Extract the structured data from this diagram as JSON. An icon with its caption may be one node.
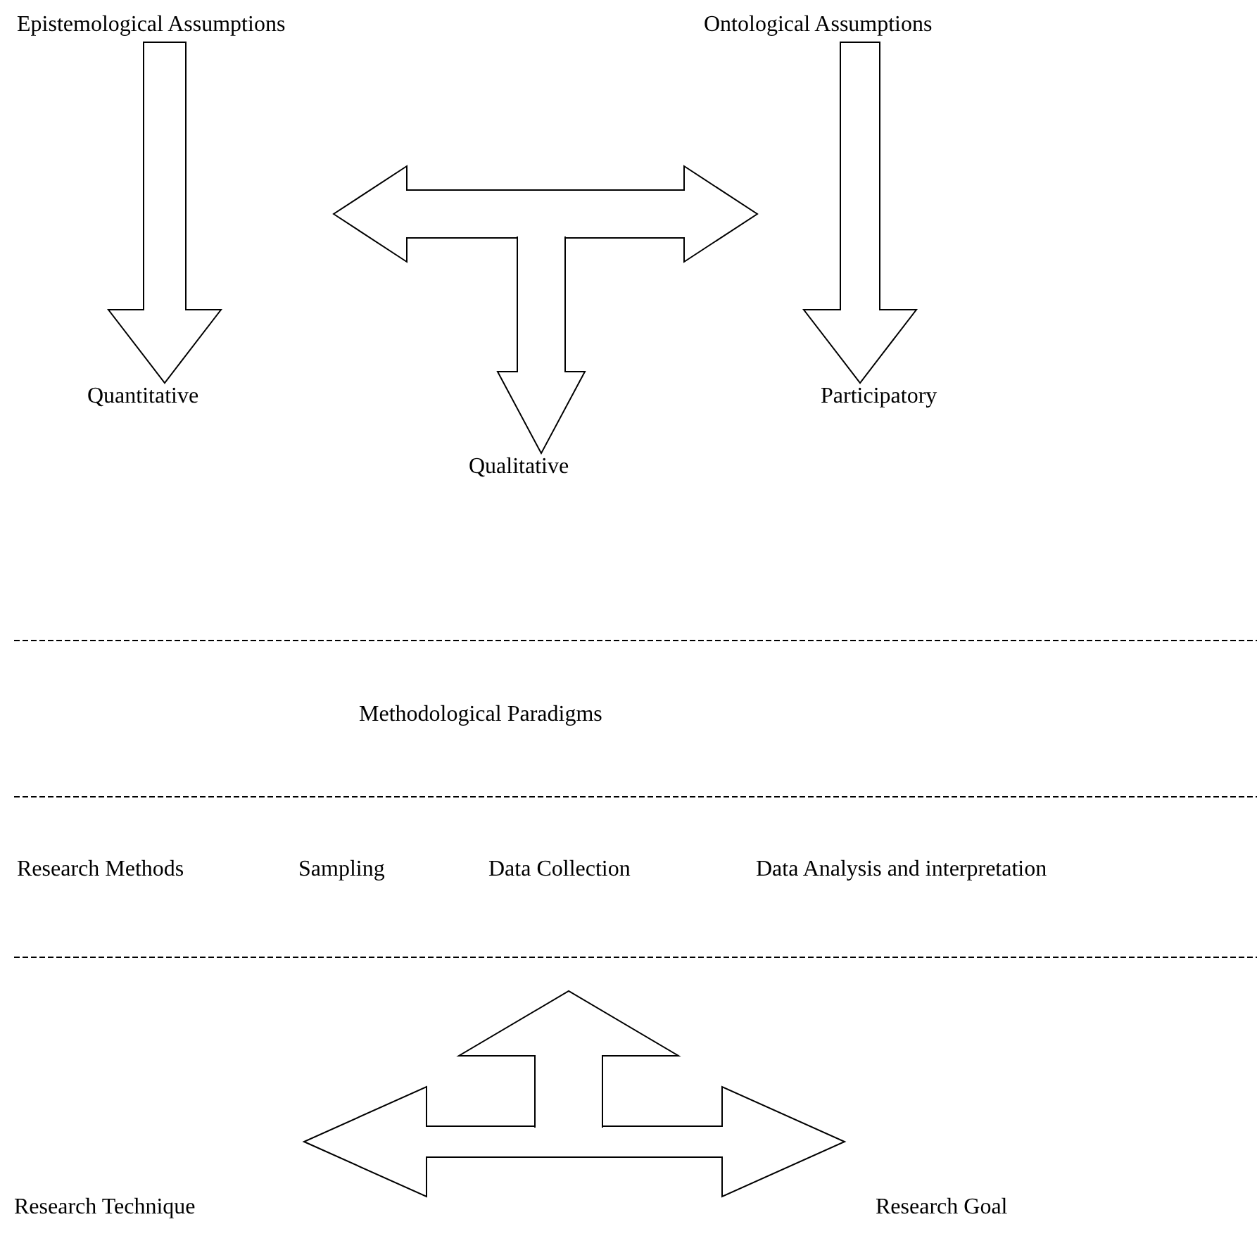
{
  "diagram": {
    "nodes": [
      {
        "text": [
          "Epistemological Assumptions"
        ]
      },
      {
        "text": [
          "Ontological Assumptions"
        ]
      },
      {
        "text": [
          "Quantitative"
        ]
      },
      {
        "text": [
          "Participatory"
        ]
      },
      {
        "text": [
          "Qualitative"
        ]
      },
      {
        "text": [
          "Research Technique"
        ]
      },
      {
        "text": [
          "Research Goal"
        ]
      }
    ],
    "edges": [
      {
        "from": 0,
        "to": 2,
        "arrow": "to"
      },
      {
        "from": 1,
        "to": 3,
        "arrow": "to"
      },
      {
        "from": 0,
        "to": 1,
        "arrow": "both"
      },
      {
        "from": null,
        "to": 4,
        "arrow": "to"
      },
      {
        "from": 5,
        "to": 6,
        "arrow": "both"
      }
    ],
    "labels": [
      "Methodological Paradigms",
      "Research Methods",
      "Sampling",
      "Data Collection",
      "Data Analysis and interpretation"
    ]
  }
}
